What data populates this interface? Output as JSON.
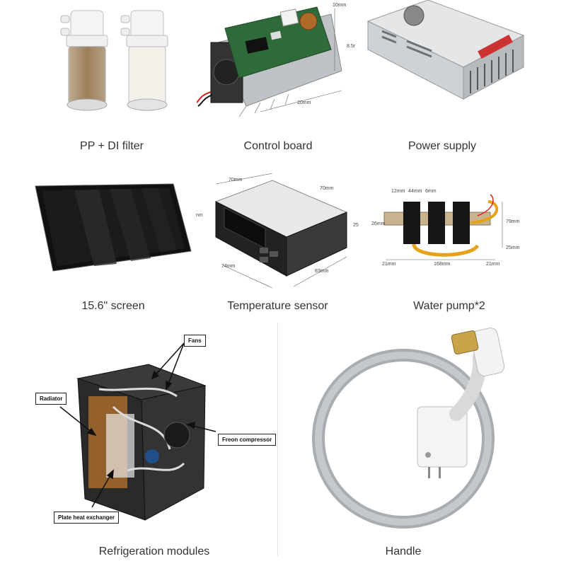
{
  "items": [
    {
      "caption": "PP + DI filter"
    },
    {
      "caption": "Control board"
    },
    {
      "caption": "Power supply"
    },
    {
      "caption": "15.6\" screen"
    },
    {
      "caption": "Temperature sensor"
    },
    {
      "caption": "Water pump*2"
    },
    {
      "caption": "Refrigeration modules"
    },
    {
      "caption": "Handle"
    }
  ],
  "control_board_dims": {
    "a": "10mm",
    "b": "8.5r",
    "c": "20mm"
  },
  "temp_sensor_dims": {
    "top": "70mm",
    "top_right": "70mm",
    "left": "nm",
    "right": "25",
    "bottom_left": "74mm",
    "bottom_right": "83mm"
  },
  "pump_dims": {
    "top1": "12mm",
    "top2": "44mm",
    "top3": "6mm",
    "left": "26mm",
    "right_top": "79mm",
    "right_bottom": "25mm",
    "bottom_left": "21mm",
    "bottom_mid": "168mm",
    "bottom_right": "21mm"
  },
  "callouts": {
    "fans": "Fans",
    "radiator": "Radiator",
    "freon": "Freon compressor",
    "plate": "Plate heat exchanger"
  },
  "colors": {
    "pcb_green": "#2f6b3a",
    "heatsink": "#b9bcc0",
    "housing": "#2a2a2a",
    "psu": "#cfd2d4",
    "filter_white": "#f2f2f2",
    "cable_grey": "#a9adb1",
    "gold": "#c9a44a"
  }
}
